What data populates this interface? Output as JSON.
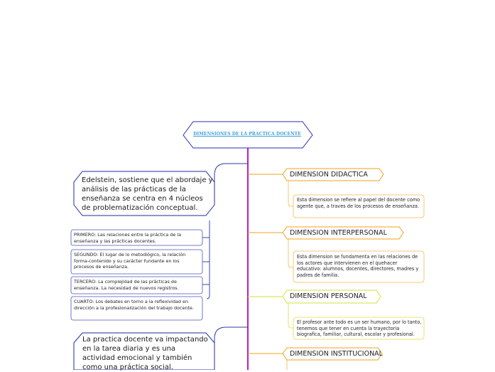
{
  "root": {
    "title": "DIMENSIONES DE LA PRACTICA DOCENTE"
  },
  "colors": {
    "trunk": "#b51fc4",
    "root_border": "#2b2fa8",
    "left_border": "#1f2aa0",
    "dimension_border": "#f0a01e",
    "personal_border": "#cfe23a",
    "desc_border": "#f5b84a",
    "title_text": "#3ea0d8"
  },
  "left": {
    "intro": "Edelstein, sostiene que el abordaje y análisis de las prácticas de la enseñanza se centra en 4 núcleos de problematización conceptual.",
    "nucleos": [
      "PRIMERO: Las relaciones entre la práctica de la enseñanza y las prácticas docentes.",
      "SEGUNDO: El lugar de lo metodlógico, la relación forma-contenido y su carácter fundante en los procesos de enseñanza.",
      "TERCERO: La complejidad de las prácticas de enseñanza. La necesidad de nuevos registros.",
      "CUARTO: Los debates en torno a la reflexividad en dirección a la profesionalización del trabajo docente."
    ],
    "bottom": "La practica docente va impactando en la tarea diaria y es una  actividad emocional y también como una  práctica social."
  },
  "dimensions": [
    {
      "label": "DIMENSION DIDACTICA",
      "desc": "Esta dimension se refiere al papel del docente como agente que, a traves de los procesos de enseñanza."
    },
    {
      "label": "DIMENSION INTERPERSONAL",
      "desc": "Esta dimension se fundamenta en las relaciones de los actores que intervienen en el quehacer educativo: alumnos, docentes, directores, madres y padres de familia."
    },
    {
      "label": "DIMENSION PERSONAL",
      "desc": "El profesor ante todo es un ser humano, por lo tanto, tenemos que tener en cuenta la trayectoria biografica, familiar, cultural, escolar y profesional."
    },
    {
      "label": "DIMENSION INSTITUCIONAL",
      "desc": ""
    }
  ]
}
